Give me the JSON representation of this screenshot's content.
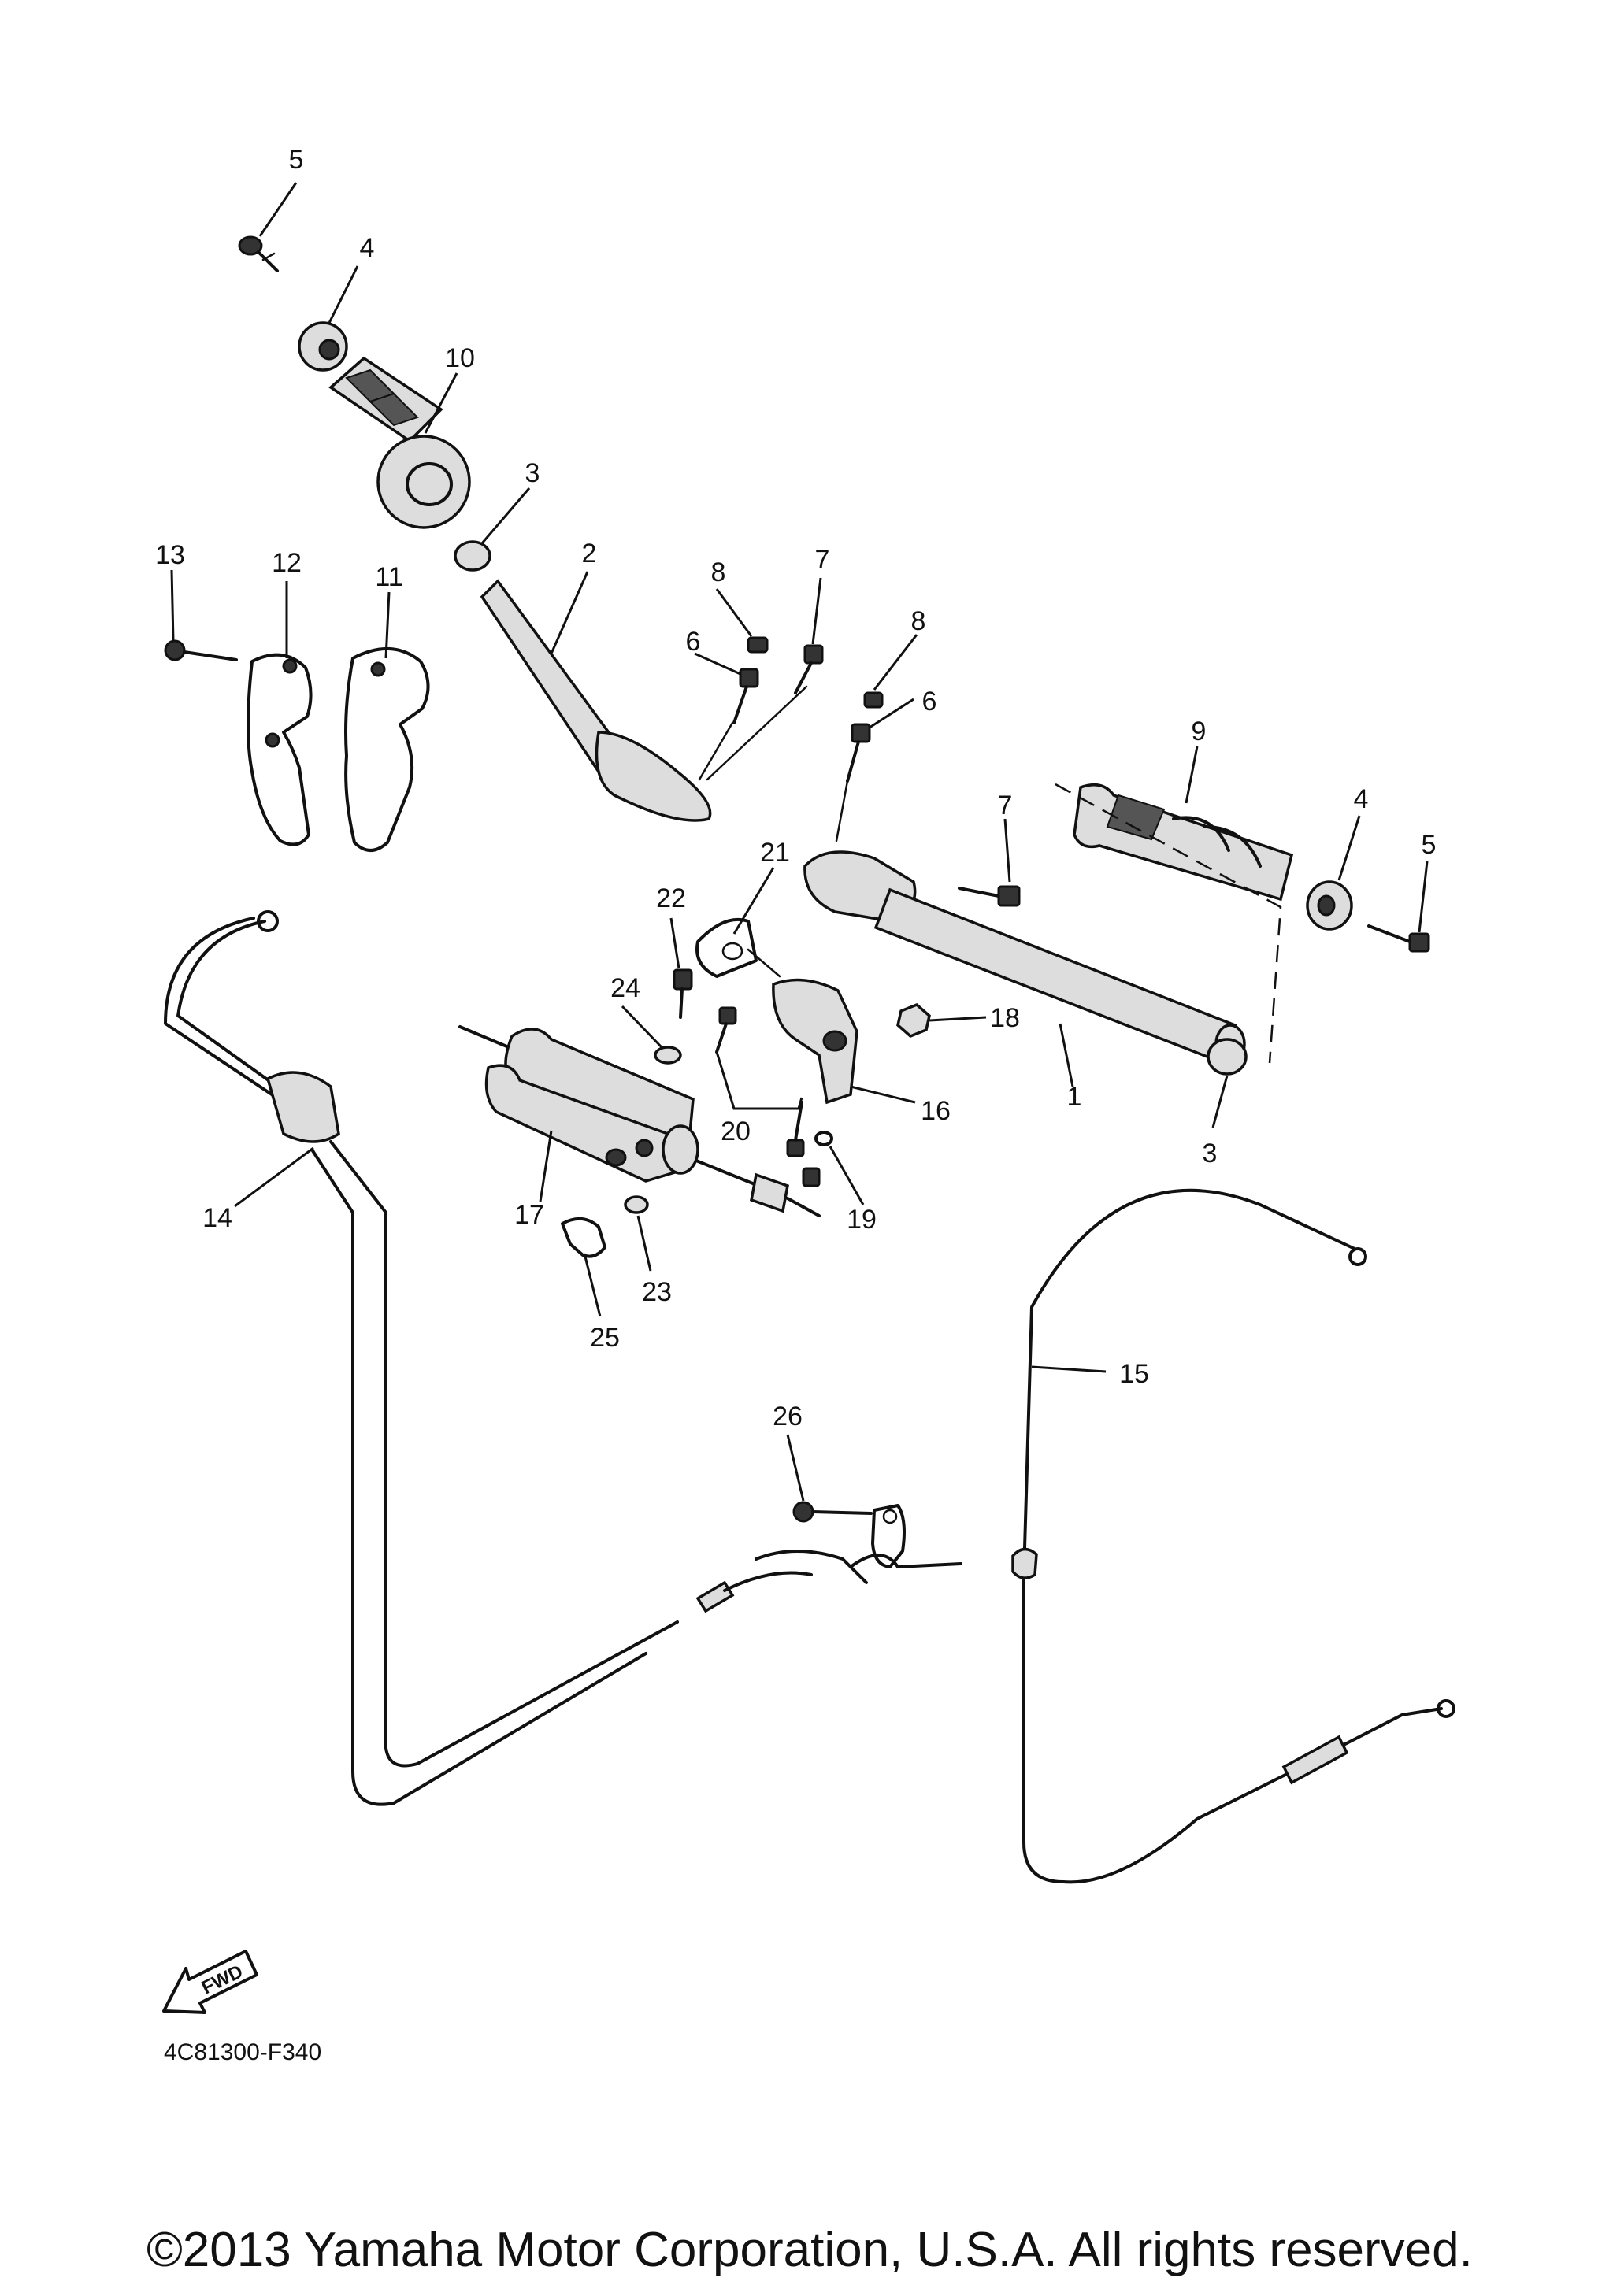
{
  "diagram": {
    "callouts": [
      {
        "id": "c5a",
        "label": "5"
      },
      {
        "id": "c4a",
        "label": "4"
      },
      {
        "id": "c10",
        "label": "10"
      },
      {
        "id": "c3a",
        "label": "3"
      },
      {
        "id": "c13",
        "label": "13"
      },
      {
        "id": "c12",
        "label": "12"
      },
      {
        "id": "c11",
        "label": "11"
      },
      {
        "id": "c2",
        "label": "2"
      },
      {
        "id": "c8a",
        "label": "8"
      },
      {
        "id": "c7a",
        "label": "7"
      },
      {
        "id": "c6a",
        "label": "6"
      },
      {
        "id": "c8b",
        "label": "8"
      },
      {
        "id": "c6b",
        "label": "6"
      },
      {
        "id": "c9",
        "label": "9"
      },
      {
        "id": "c7b",
        "label": "7"
      },
      {
        "id": "c4b",
        "label": "4"
      },
      {
        "id": "c5b",
        "label": "5"
      },
      {
        "id": "c21",
        "label": "21"
      },
      {
        "id": "c22",
        "label": "22"
      },
      {
        "id": "c24",
        "label": "24"
      },
      {
        "id": "c18",
        "label": "18"
      },
      {
        "id": "c1",
        "label": "1"
      },
      {
        "id": "c16",
        "label": "16"
      },
      {
        "id": "c20",
        "label": "20"
      },
      {
        "id": "c3b",
        "label": "3"
      },
      {
        "id": "c14",
        "label": "14"
      },
      {
        "id": "c17",
        "label": "17"
      },
      {
        "id": "c19",
        "label": "19"
      },
      {
        "id": "c23",
        "label": "23"
      },
      {
        "id": "c25",
        "label": "25"
      },
      {
        "id": "c15",
        "label": "15"
      },
      {
        "id": "c26",
        "label": "26"
      }
    ],
    "fwd_label": "FWD",
    "figure_code": "4C81300-F340",
    "copyright": "©2013 Yamaha Motor Corporation, U.S.A. All rights reserved."
  }
}
